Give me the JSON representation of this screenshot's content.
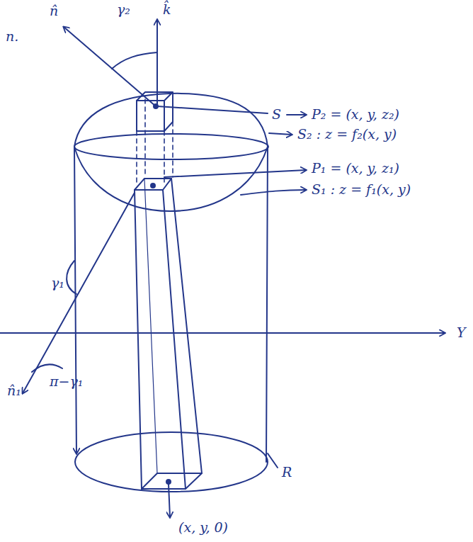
{
  "diagram": {
    "labels": [
      "n.",
      "n̂",
      "γ₂",
      "k̂",
      "S",
      "P₂ = (x, y, z₂)",
      "S₂ : z = f₂(x, y)",
      "P₁ = (x, y, z₁)",
      "S₁ : z = f₁(x, y)",
      "γ₁",
      "n̂₁",
      "π−γ₁",
      "Y",
      "R",
      "(x, y, 0)"
    ]
  }
}
